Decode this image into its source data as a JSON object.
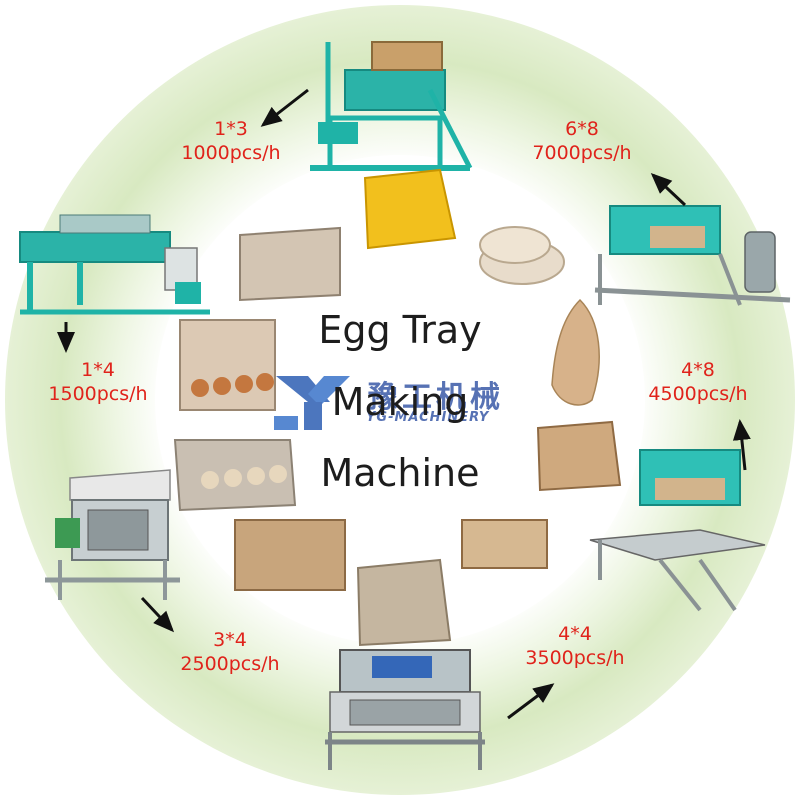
{
  "title": {
    "line1": "Egg Tray",
    "line2": "Making",
    "line3": "Machine"
  },
  "logo": {
    "brand_cn": "豫工机械",
    "brand_en": "YG-MACHINERY"
  },
  "machines": [
    {
      "config": "1*3",
      "capacity": "1000pcs/h"
    },
    {
      "config": "6*8",
      "capacity": "7000pcs/h"
    },
    {
      "config": "1*4",
      "capacity": "1500pcs/h"
    },
    {
      "config": "4*8",
      "capacity": "4500pcs/h"
    },
    {
      "config": "3*4",
      "capacity": "2500pcs/h"
    },
    {
      "config": "4*4",
      "capacity": "3500pcs/h"
    }
  ],
  "colors": {
    "ring": "#dcebc7",
    "label": "#e0231b",
    "machine": "#1fb3a7",
    "pulp": "#d2b48c"
  }
}
